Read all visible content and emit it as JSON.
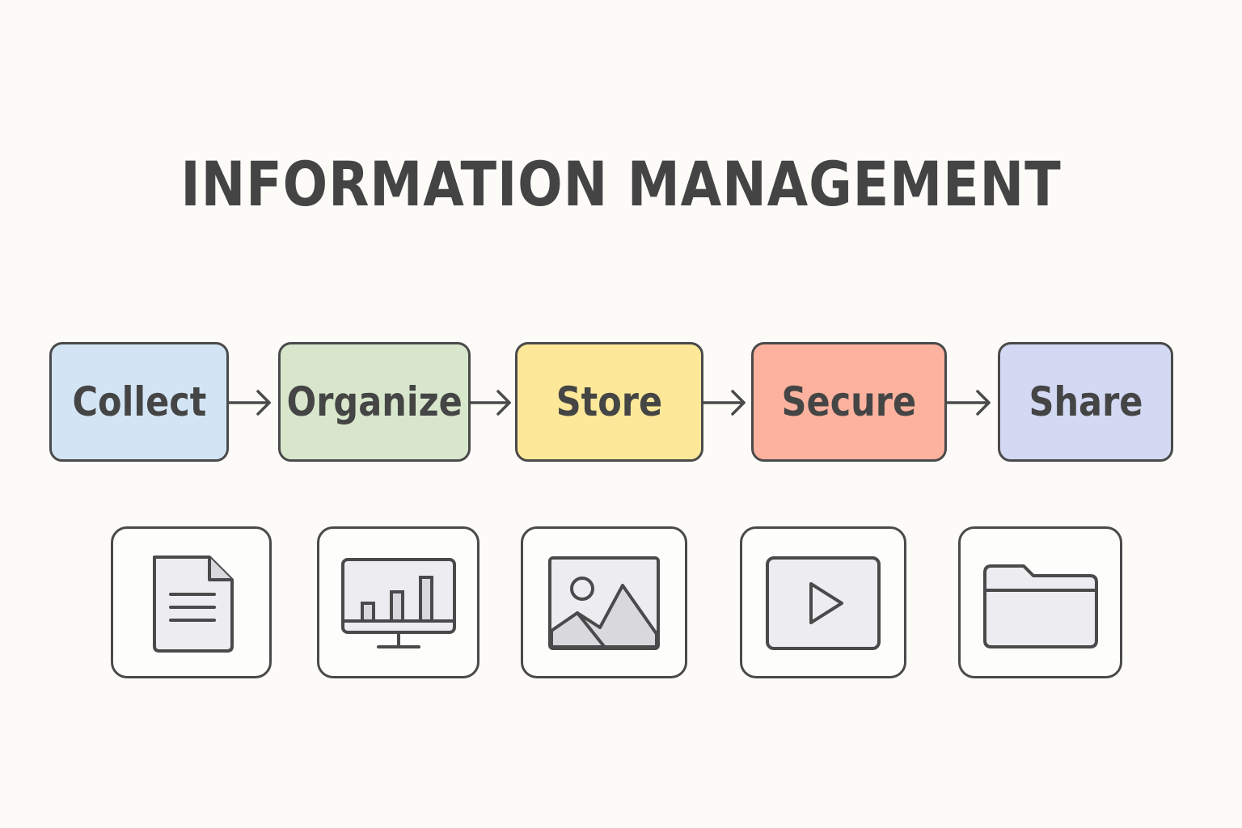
{
  "title": "INFORMATION MANAGEMENT",
  "steps": [
    {
      "label": "Collect",
      "color": "#d3e5f5"
    },
    {
      "label": "Organize",
      "color": "#d8e7cc"
    },
    {
      "label": "Store",
      "color": "#fde899"
    },
    {
      "label": "Secure",
      "color": "#fcb29e"
    },
    {
      "label": "Share",
      "color": "#d3d9f3"
    }
  ],
  "icons": [
    {
      "name": "document-icon"
    },
    {
      "name": "bar-chart-monitor-icon"
    },
    {
      "name": "image-icon"
    },
    {
      "name": "video-play-icon"
    },
    {
      "name": "folder-icon"
    }
  ],
  "colors": {
    "background": "#fcfbf8",
    "outline": "#4a4a4a",
    "text": "#454545",
    "icon_fill": "#ededf1"
  }
}
